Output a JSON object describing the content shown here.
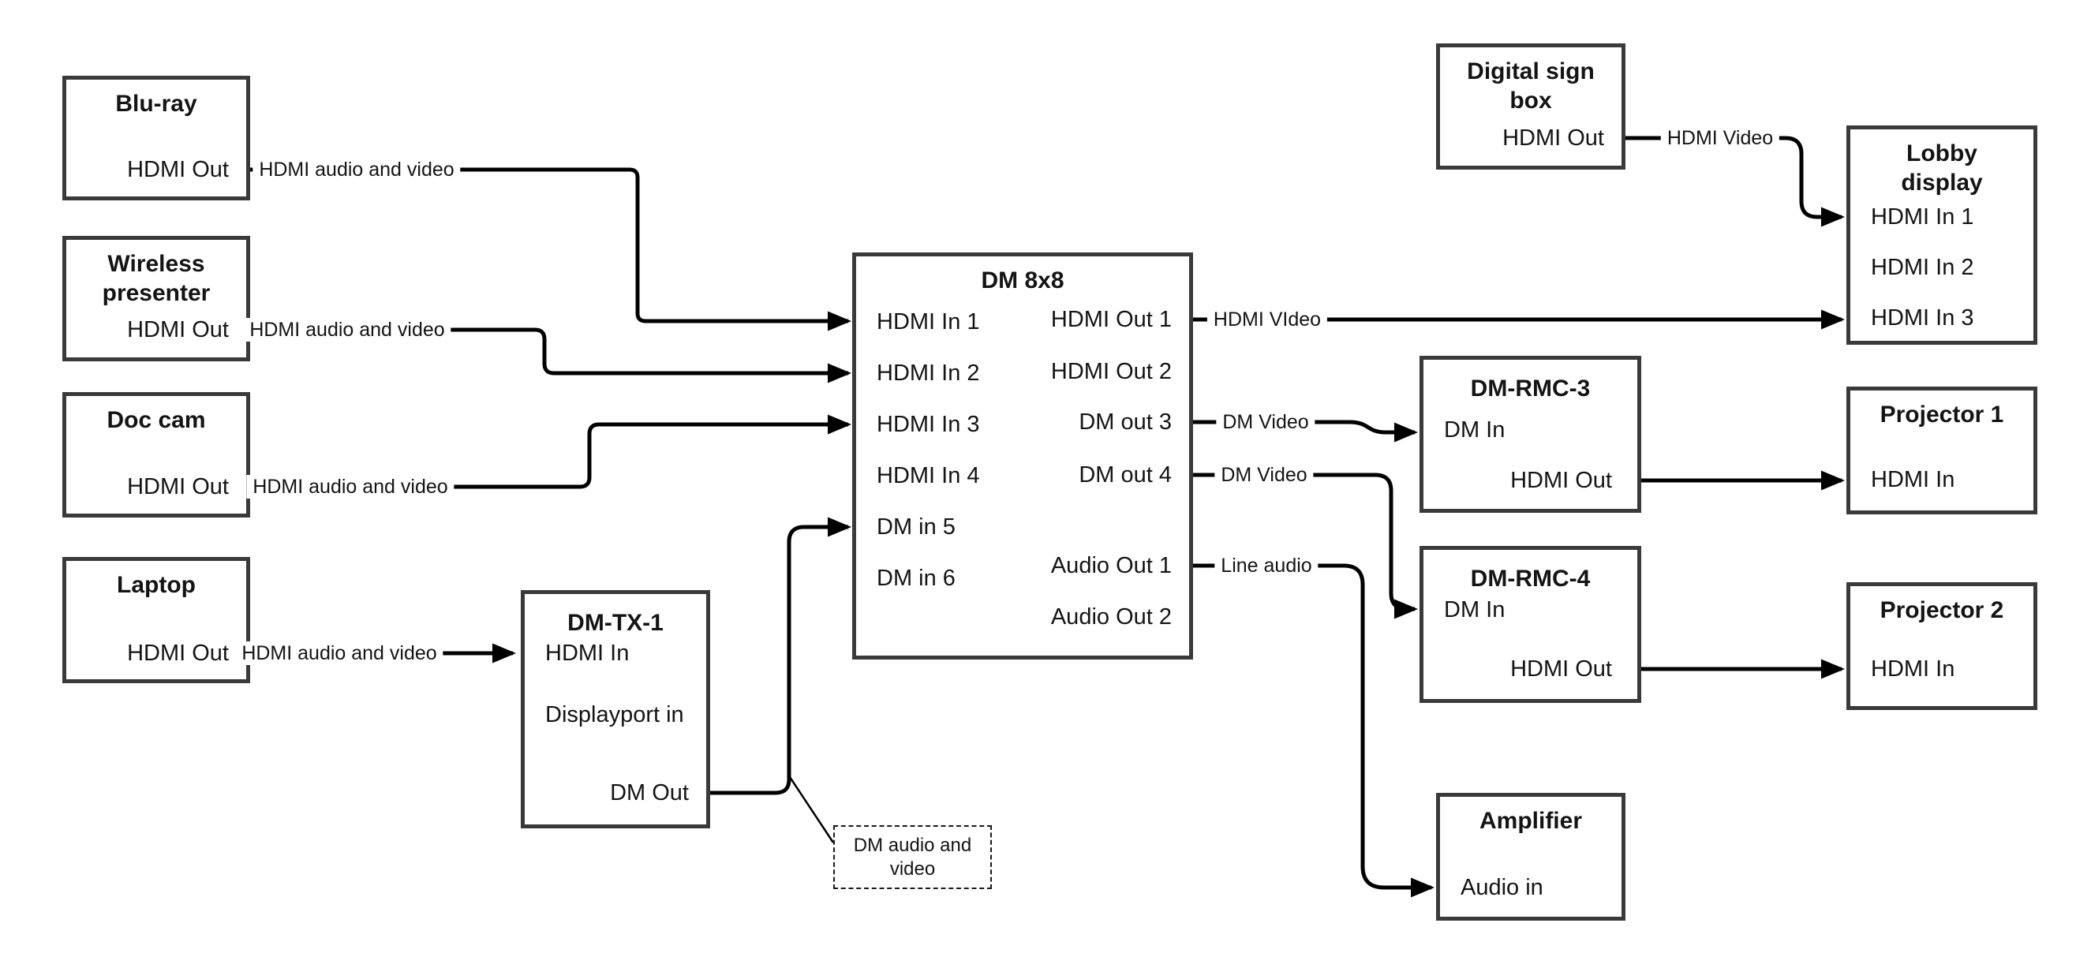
{
  "nodes": {
    "bluray": {
      "title": "Blu-ray",
      "ports": {
        "hdmi_out": "HDMI Out"
      }
    },
    "wireless": {
      "title": "Wireless presenter",
      "ports": {
        "hdmi_out": "HDMI Out"
      }
    },
    "doccam": {
      "title": "Doc cam",
      "ports": {
        "hdmi_out": "HDMI Out"
      }
    },
    "laptop": {
      "title": "Laptop",
      "ports": {
        "hdmi_out": "HDMI Out"
      }
    },
    "dmtx1": {
      "title": "DM-TX-1",
      "ports": {
        "hdmi_in": "HDMI In",
        "displayport_in": "Displayport in",
        "dm_out": "DM Out"
      }
    },
    "dm8x8": {
      "title": "DM 8x8",
      "ports": {
        "hdmi_in_1": "HDMI In 1",
        "hdmi_in_2": "HDMI In 2",
        "hdmi_in_3": "HDMI In 3",
        "hdmi_in_4": "HDMI In 4",
        "dm_in_5": "DM in 5",
        "dm_in_6": "DM in 6",
        "hdmi_out_1": "HDMI Out 1",
        "hdmi_out_2": "HDMI Out 2",
        "dm_out_3": "DM out 3",
        "dm_out_4": "DM out 4",
        "audio_out_1": "Audio Out 1",
        "audio_out_2": "Audio Out 2"
      }
    },
    "digitalsign": {
      "title": "Digital sign box",
      "ports": {
        "hdmi_out": "HDMI Out"
      }
    },
    "lobby": {
      "title": "Lobby display",
      "ports": {
        "hdmi_in_1": "HDMI In 1",
        "hdmi_in_2": "HDMI In 2",
        "hdmi_in_3": "HDMI In 3"
      }
    },
    "dmrmc3": {
      "title": "DM-RMC-3",
      "ports": {
        "dm_in": "DM In",
        "hdmi_out": "HDMI Out"
      }
    },
    "dmrmc4": {
      "title": "DM-RMC-4",
      "ports": {
        "dm_in": "DM In",
        "hdmi_out": "HDMI Out"
      }
    },
    "proj1": {
      "title": "Projector 1",
      "ports": {
        "hdmi_in": "HDMI In"
      }
    },
    "proj2": {
      "title": "Projector 2",
      "ports": {
        "hdmi_in": "HDMI In"
      }
    },
    "amplifier": {
      "title": "Amplifier",
      "ports": {
        "audio_in": "Audio in"
      }
    }
  },
  "edge_labels": {
    "bluray_to_dm8x8": "HDMI audio and video",
    "wireless_to_dm8x8": "HDMI audio and video",
    "doccam_to_dm8x8": "HDMI audio and video",
    "laptop_to_dmtx1": "HDMI audio and video",
    "hdmi_out_1_line": "HDMI VIdeo",
    "digital_sign_line": "HDMI Video",
    "dm_out_3_line": "DM Video",
    "dm_out_4_line": "DM Video",
    "audio_out_1_line": "Line audio"
  },
  "callout": {
    "text": "DM audio and video"
  },
  "colors": {
    "wire": "#000000",
    "box_border": "#3a3a3a",
    "background": "#ffffff"
  }
}
